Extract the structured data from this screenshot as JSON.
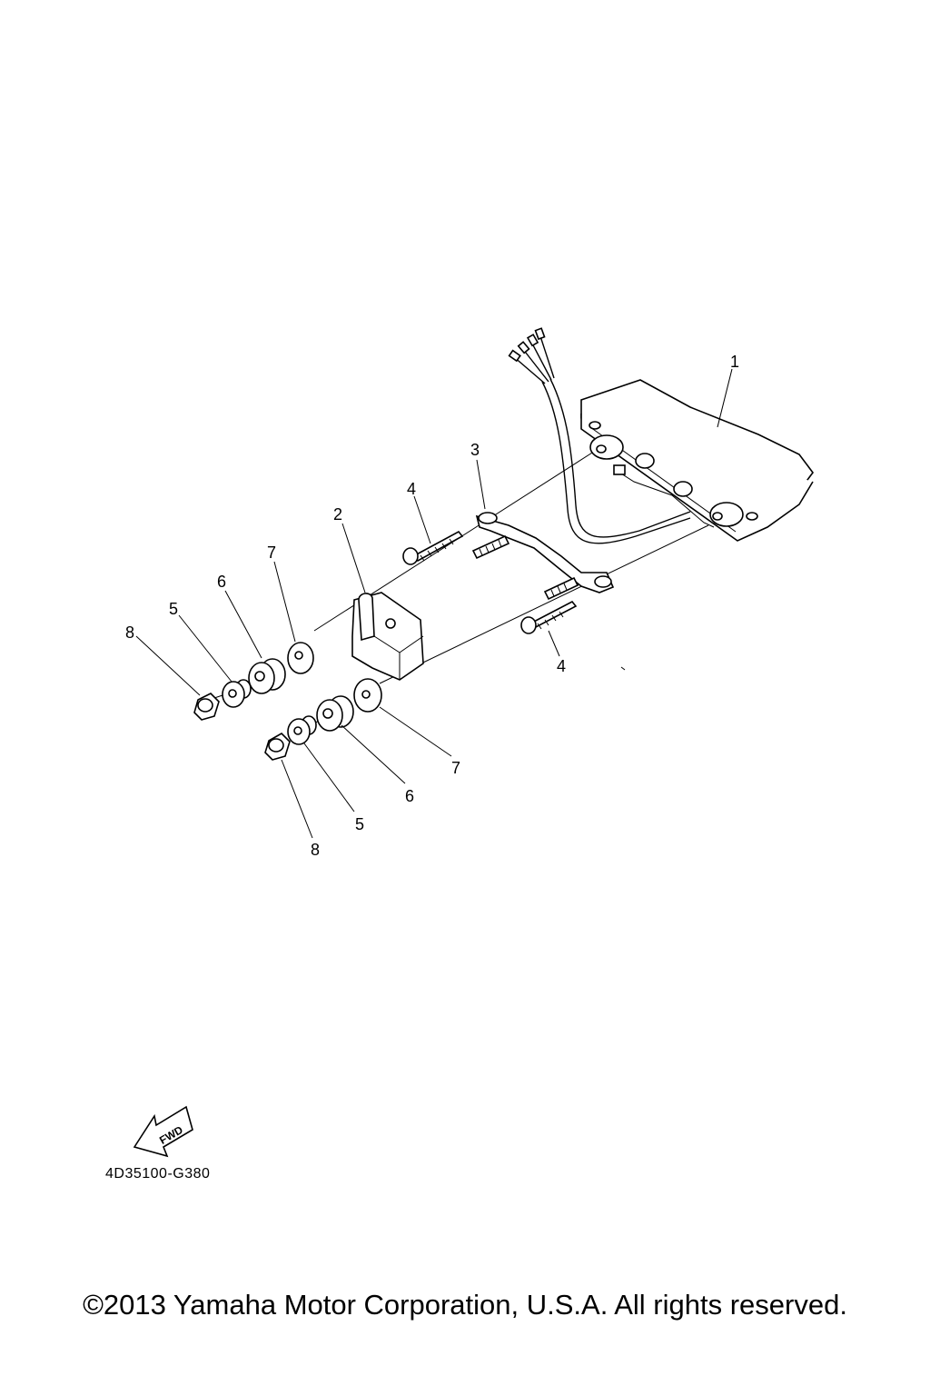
{
  "callouts": {
    "c1": "1",
    "c2": "2",
    "c3": "3",
    "c4a": "4",
    "c4b": "4",
    "c5a": "5",
    "c5b": "5",
    "c6a": "6",
    "c6b": "6",
    "c7a": "7",
    "c7b": "7",
    "c8a": "8",
    "c8b": "8"
  },
  "fwd_label": "FWD",
  "drawing_code": "4D35100-G380",
  "copyright": "©2013 Yamaha Motor Corporation, U.S.A. All rights reserved."
}
